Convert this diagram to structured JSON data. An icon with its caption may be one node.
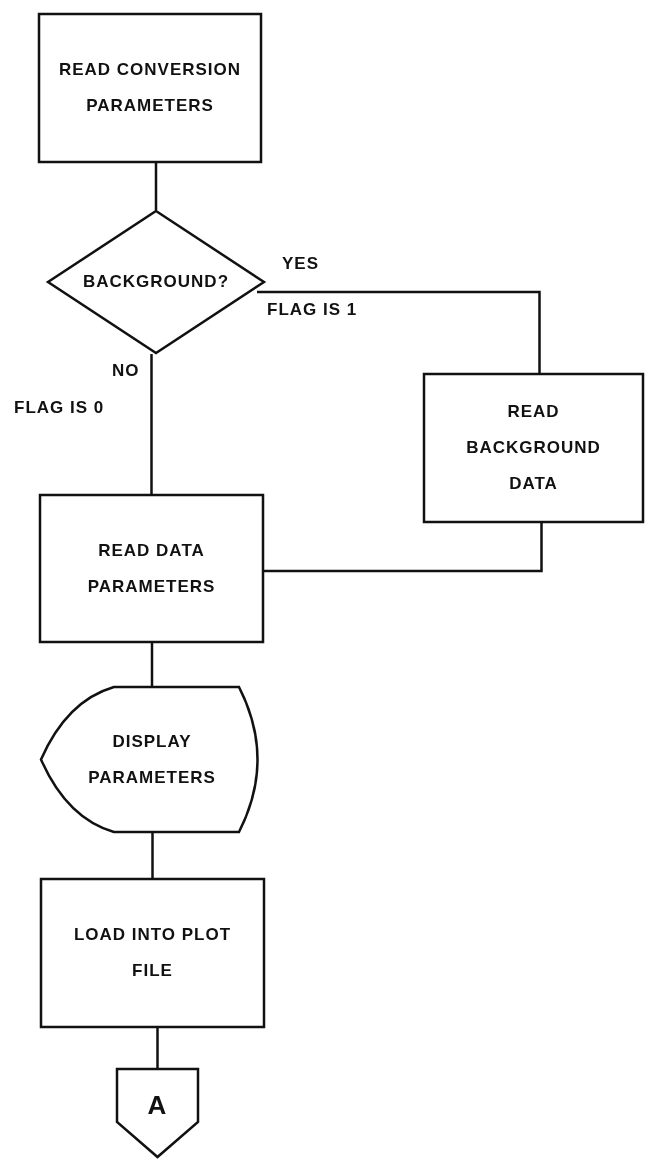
{
  "diagram": {
    "nodes": [
      {
        "text": [
          "READ CONVERSION PARAMETERS"
        ]
      },
      {
        "text": [
          "BACKGROUND?"
        ]
      },
      {
        "text": [
          "READ BACKGROUND DATA"
        ]
      },
      {
        "text": [
          "READ DATA PARAMETERS"
        ]
      },
      {
        "text": [
          "DISPLAY PARAMETERS"
        ]
      },
      {
        "text": [
          "LOAD INTO PLOT FILE"
        ]
      },
      {
        "text": [
          "A"
        ]
      }
    ],
    "edges": [
      {
        "from": 0,
        "to": 1,
        "arrow": "none"
      },
      {
        "from": 1,
        "to": 2,
        "arrow": "none",
        "label": "YES"
      },
      {
        "from": 1,
        "to": 3,
        "arrow": "none",
        "label": "NO"
      },
      {
        "from": 2,
        "to": 3,
        "arrow": "none"
      },
      {
        "from": 3,
        "to": 4,
        "arrow": "none"
      },
      {
        "from": 4,
        "to": 5,
        "arrow": "none"
      },
      {
        "from": 5,
        "to": 6,
        "arrow": "none"
      }
    ],
    "labels": [
      "FLAG IS 1",
      "FLAG IS 0"
    ]
  }
}
